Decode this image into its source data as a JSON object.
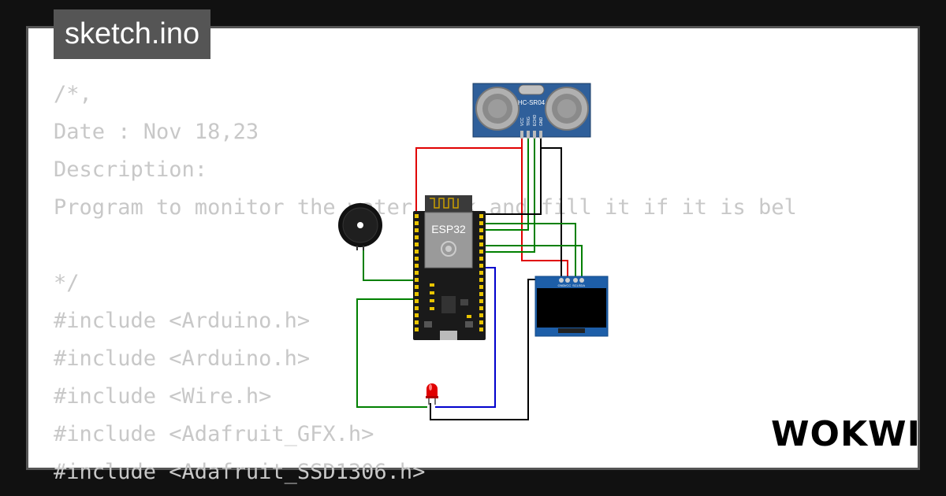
{
  "header": {
    "filename": "sketch.ino"
  },
  "code": {
    "lines": [
      "/*,",
      "Date : Nov 18,23",
      "Description:",
      "Program to monitor the water tank and fill it if it is bel",
      "",
      "*/",
      "#include <Arduino.h>",
      "#include <Arduino.h>",
      "#include <Wire.h>",
      "#include <Adafruit_GFX.h>",
      "#include <Adafruit_SSD1306.h>"
    ]
  },
  "diagram": {
    "sensor_label": "HC-SR04",
    "sensor_pins": [
      "VCC",
      "TRIG",
      "ECHO",
      "GND"
    ],
    "mcu_label": "ESP32",
    "oled_pins": [
      "GND",
      "VCC",
      "SCL",
      "SDA"
    ]
  },
  "brand": {
    "logo_text": "WOKWI"
  },
  "colors": {
    "background": "#111111",
    "card": "#ffffff",
    "tab": "#555555",
    "code_text": "#c8c8c8",
    "sensor_board": "#2f5f9a",
    "oled_board": "#1d5ea8",
    "mcu_board": "#1a1a1a",
    "wire_red": "#e00000",
    "wire_green": "#008000",
    "wire_black": "#000000",
    "wire_blue": "#0000cc",
    "led": "#e00000"
  }
}
